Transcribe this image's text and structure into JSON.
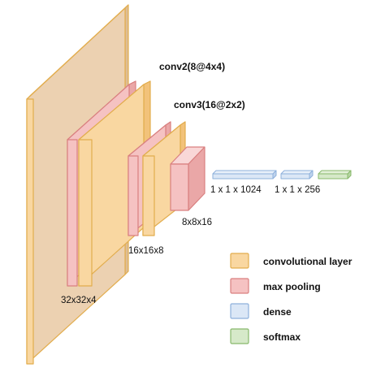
{
  "colors": {
    "conv_front": "#f9d7a1",
    "conv_top": "#fce6bf",
    "conv_side": "#f2c27a",
    "conv_stroke": "#e2ad4e",
    "big_front": "#ecd1b1",
    "big_top": "#f3dfc5",
    "big_side": "#ddbd95",
    "pool_front": "#f5c2c2",
    "pool_top": "#f9d7d7",
    "pool_side": "#eaa7a7",
    "pool_stroke": "#d98080",
    "dense_front": "#dbe7f6",
    "dense_top": "#e8f0fa",
    "dense_side": "#bfd3ec",
    "dense_stroke": "#8eb0db",
    "softmax_front": "#d6e9c9",
    "softmax_top": "#e3f0d9",
    "softmax_side": "#b7d6a3",
    "softmax_stroke": "#88b96c"
  },
  "labels": {
    "conv2": "conv2(8@4x4)",
    "conv3": "conv3(16@2x2)",
    "size_32": "32x32x4",
    "size_16": "16x16x8",
    "size_8": "8x8x16",
    "dense_1024": "1 x 1 x 1024",
    "dense_256": "1 x 1 x 256"
  },
  "legend": [
    {
      "key": "conv",
      "label": "convolutional layer",
      "icon": "conv-swatch-icon"
    },
    {
      "key": "pool",
      "label": "max pooling",
      "icon": "pool-swatch-icon"
    },
    {
      "key": "dense",
      "label": "dense",
      "icon": "dense-swatch-icon"
    },
    {
      "key": "softmax",
      "label": "softmax",
      "icon": "softmax-swatch-icon"
    }
  ]
}
